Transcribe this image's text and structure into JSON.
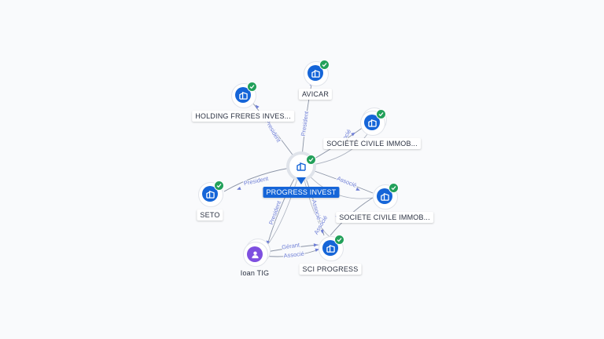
{
  "graph": {
    "nodes": {
      "progress": {
        "label": "PROGRESS INVEST",
        "type": "company",
        "verified": true
      },
      "avicar": {
        "label": "AVICAR",
        "type": "company",
        "verified": true
      },
      "holding": {
        "label": "HOLDING FRERES INVES...",
        "type": "company",
        "verified": true
      },
      "sci_immob_1": {
        "label": "SOCIÉTÉ CIVILE IMMOB...",
        "type": "company",
        "verified": true
      },
      "seto": {
        "label": "SETO",
        "type": "company",
        "verified": true
      },
      "sci_immob_2": {
        "label": "SOCIETE CIVILE IMMOB...",
        "type": "company",
        "verified": true
      },
      "sci_progress": {
        "label": "SCI PROGRESS",
        "type": "company",
        "verified": true
      },
      "ioan": {
        "label": "Ioan TIG",
        "type": "person",
        "verified": false
      }
    },
    "edges": [
      {
        "label": "President"
      },
      {
        "label": "President"
      },
      {
        "label": "Associé"
      },
      {
        "label": "President"
      },
      {
        "label": "Associé"
      },
      {
        "label": "Associé"
      },
      {
        "label": "Associé"
      },
      {
        "label": "President"
      },
      {
        "label": "Gérant"
      },
      {
        "label": "Associé"
      }
    ]
  },
  "colors": {
    "company": "#1565d8",
    "person": "#7e4fe0",
    "verified": "#22a05a",
    "edge": "#8a93a5",
    "edge_label": "#6f7fd6"
  },
  "icons": {
    "company": "building-icon",
    "person": "person-icon",
    "verified": "check-icon"
  }
}
